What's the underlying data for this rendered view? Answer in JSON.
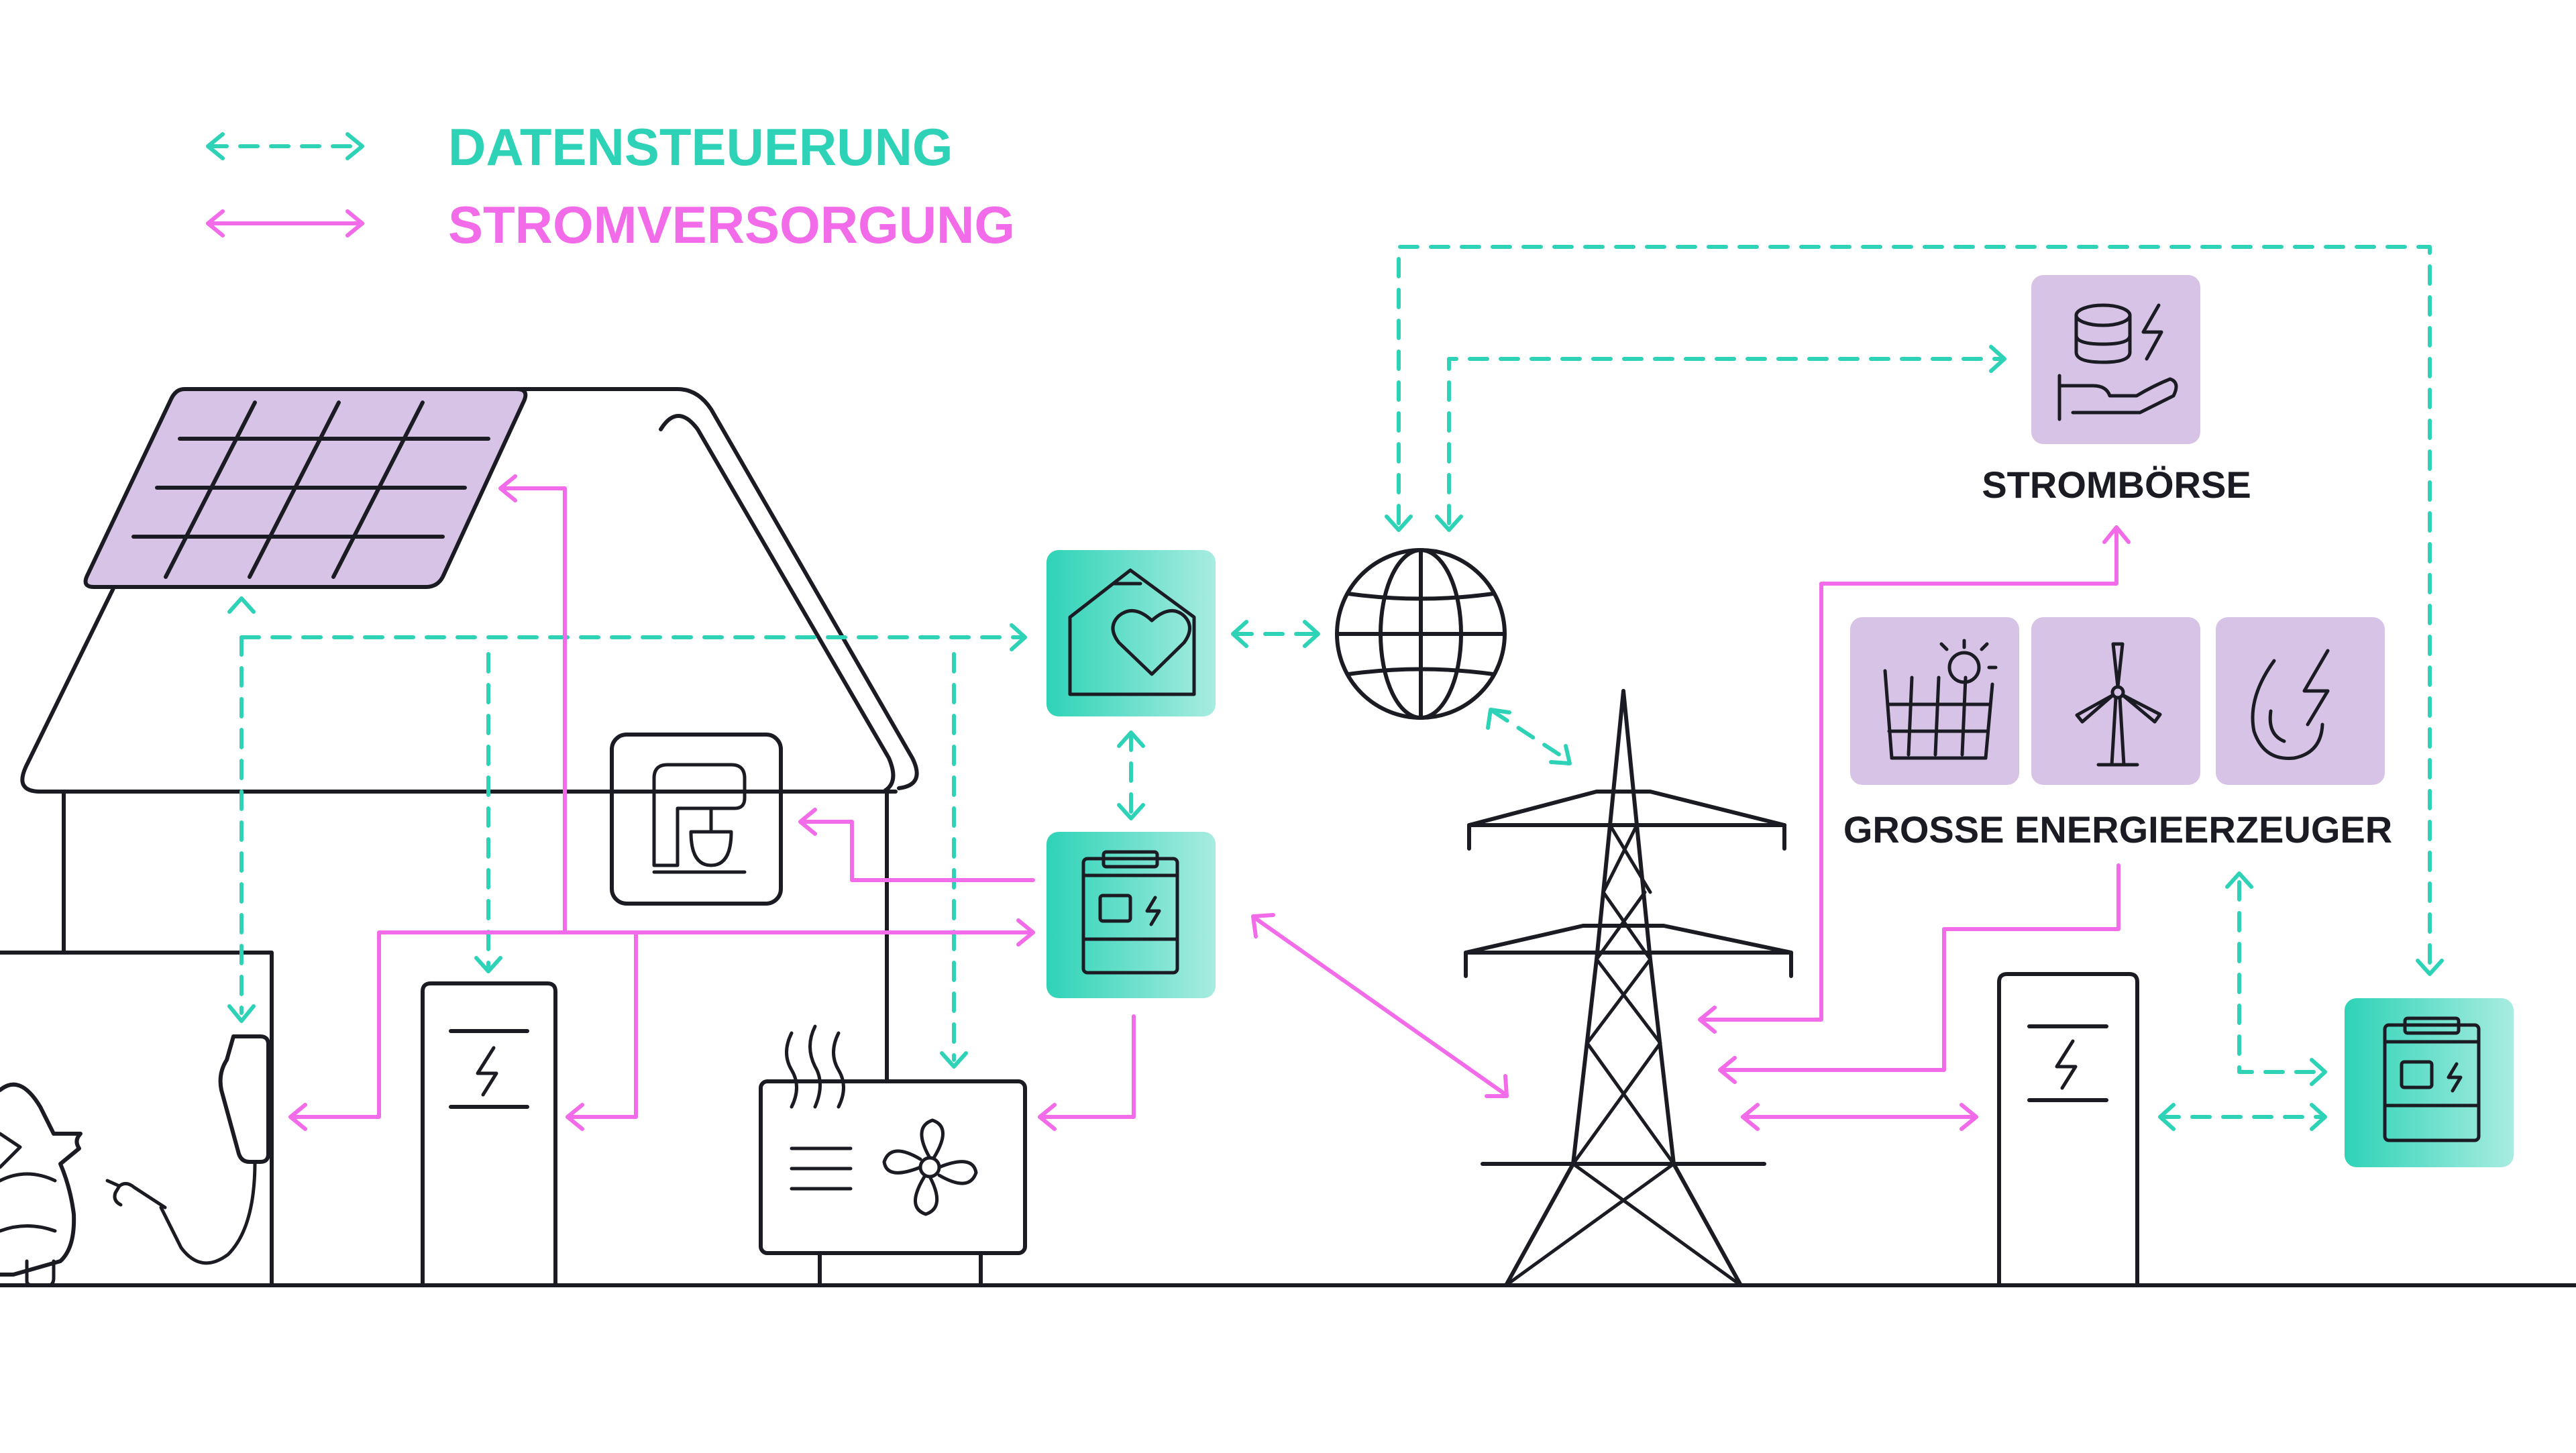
{
  "legend": {
    "data_label": "DATENSTEUERUNG",
    "power_label": "STROMVERSORGUNG"
  },
  "labels": {
    "exchange": "STROMBÖRSE",
    "producers": "GROSSE ENERGIEERZEUGER"
  },
  "colors": {
    "data_line": "#2ed3b7",
    "power_line": "#f26be8",
    "tile_purple": "#d7c3e6",
    "tile_teal_start": "#2ed3b7",
    "tile_teal_end": "#a8ece0",
    "outline": "#1b1b24"
  },
  "icons": [
    "solar-panel-icon",
    "house-icon",
    "kitchen-mixer-icon",
    "battery-icon",
    "heat-pump-icon",
    "wallbox-charger-icon",
    "electric-car-icon",
    "smart-home-icon",
    "smart-meter-icon",
    "globe-icon",
    "power-pylon-icon",
    "energy-exchange-icon",
    "solar-park-icon",
    "wind-turbine-icon",
    "hydro-power-icon",
    "grid-battery-icon"
  ]
}
